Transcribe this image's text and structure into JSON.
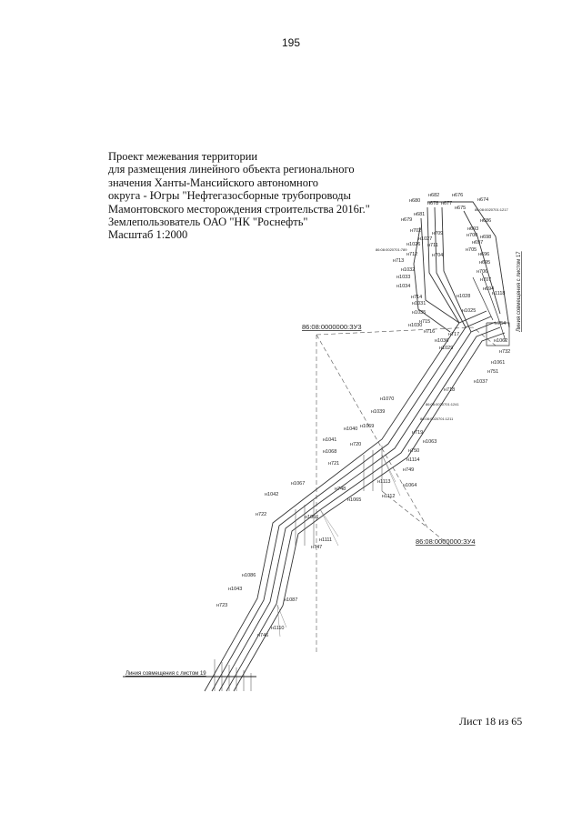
{
  "page_number": "195",
  "title_lines": [
    "Проект межевания территории",
    "для размещения линейного объекта регионального",
    "значения Ханты-Мансийского автономного",
    "округа - Югры \"Нефтегазосборные трубопроводы",
    "Мамонтовского месторождения строительства 2016г.\"",
    "Землепользователь ОАО \"НК \"Роснефть\"",
    "Масштаб 1:2000"
  ],
  "sheet_label": "Лист 18 из 65",
  "map": {
    "zone_labels": [
      "86:08:0000000:ЗУ3",
      "86:08:0000000:ЗУ4"
    ],
    "match_line_bottom": "Линия совмещения с листом 19",
    "match_line_right": "Линия совмещения с листом 17",
    "cadastral_labels": [
      "86:08:0020701:1217",
      "86:08:0020701:789",
      "86:08:0020701:1241",
      "86:08:0020701:1211"
    ],
    "points": [
      {
        "label": "н682"
      },
      {
        "label": "н676"
      },
      {
        "label": "н674"
      },
      {
        "label": "н680"
      },
      {
        "label": "н678"
      },
      {
        "label": "н677"
      },
      {
        "label": "н675"
      },
      {
        "label": "н681"
      },
      {
        "label": "н686"
      },
      {
        "label": "н679"
      },
      {
        "label": "н693"
      },
      {
        "label": "н702"
      },
      {
        "label": "н709"
      },
      {
        "label": "н700"
      },
      {
        "label": "н698"
      },
      {
        "label": "н1027"
      },
      {
        "label": "н697"
      },
      {
        "label": "н1026"
      },
      {
        "label": "н711"
      },
      {
        "label": "н705"
      },
      {
        "label": "н696"
      },
      {
        "label": "н712"
      },
      {
        "label": "н704"
      },
      {
        "label": "н713"
      },
      {
        "label": "н695"
      },
      {
        "label": "н1032"
      },
      {
        "label": "н706"
      },
      {
        "label": "н1033"
      },
      {
        "label": "н707"
      },
      {
        "label": "н1034"
      },
      {
        "label": "н694"
      },
      {
        "label": "н714"
      },
      {
        "label": "н1028"
      },
      {
        "label": "н1031"
      },
      {
        "label": "н1025"
      },
      {
        "label": "н1035"
      },
      {
        "label": "н715"
      },
      {
        "label": "н1030"
      },
      {
        "label": "н716"
      },
      {
        "label": "н717"
      },
      {
        "label": "н1036"
      },
      {
        "label": "н1029"
      },
      {
        "label": "н1062"
      },
      {
        "label": "н732"
      },
      {
        "label": "н1061"
      },
      {
        "label": "н751"
      },
      {
        "label": "н1037"
      },
      {
        "label": "н718"
      },
      {
        "label": "н1070"
      },
      {
        "label": "н1039"
      },
      {
        "label": "н1040"
      },
      {
        "label": "н1069"
      },
      {
        "label": "н719"
      },
      {
        "label": "н1041"
      },
      {
        "label": "н720"
      },
      {
        "label": "н1063"
      },
      {
        "label": "н1068"
      },
      {
        "label": "н750"
      },
      {
        "label": "н721"
      },
      {
        "label": "н1114"
      },
      {
        "label": "н749"
      },
      {
        "label": "н1067"
      },
      {
        "label": "н1113"
      },
      {
        "label": "н748"
      },
      {
        "label": "н1064"
      },
      {
        "label": "н1042"
      },
      {
        "label": "н1065"
      },
      {
        "label": "н1112"
      },
      {
        "label": "н722"
      },
      {
        "label": "н1066"
      },
      {
        "label": "н1111"
      },
      {
        "label": "н747"
      },
      {
        "label": "н1086"
      },
      {
        "label": "н1043"
      },
      {
        "label": "н723"
      },
      {
        "label": "н1087"
      },
      {
        "label": "н1110"
      },
      {
        "label": "н746"
      },
      {
        "label": "н754"
      },
      {
        "label": "н1118"
      }
    ]
  }
}
